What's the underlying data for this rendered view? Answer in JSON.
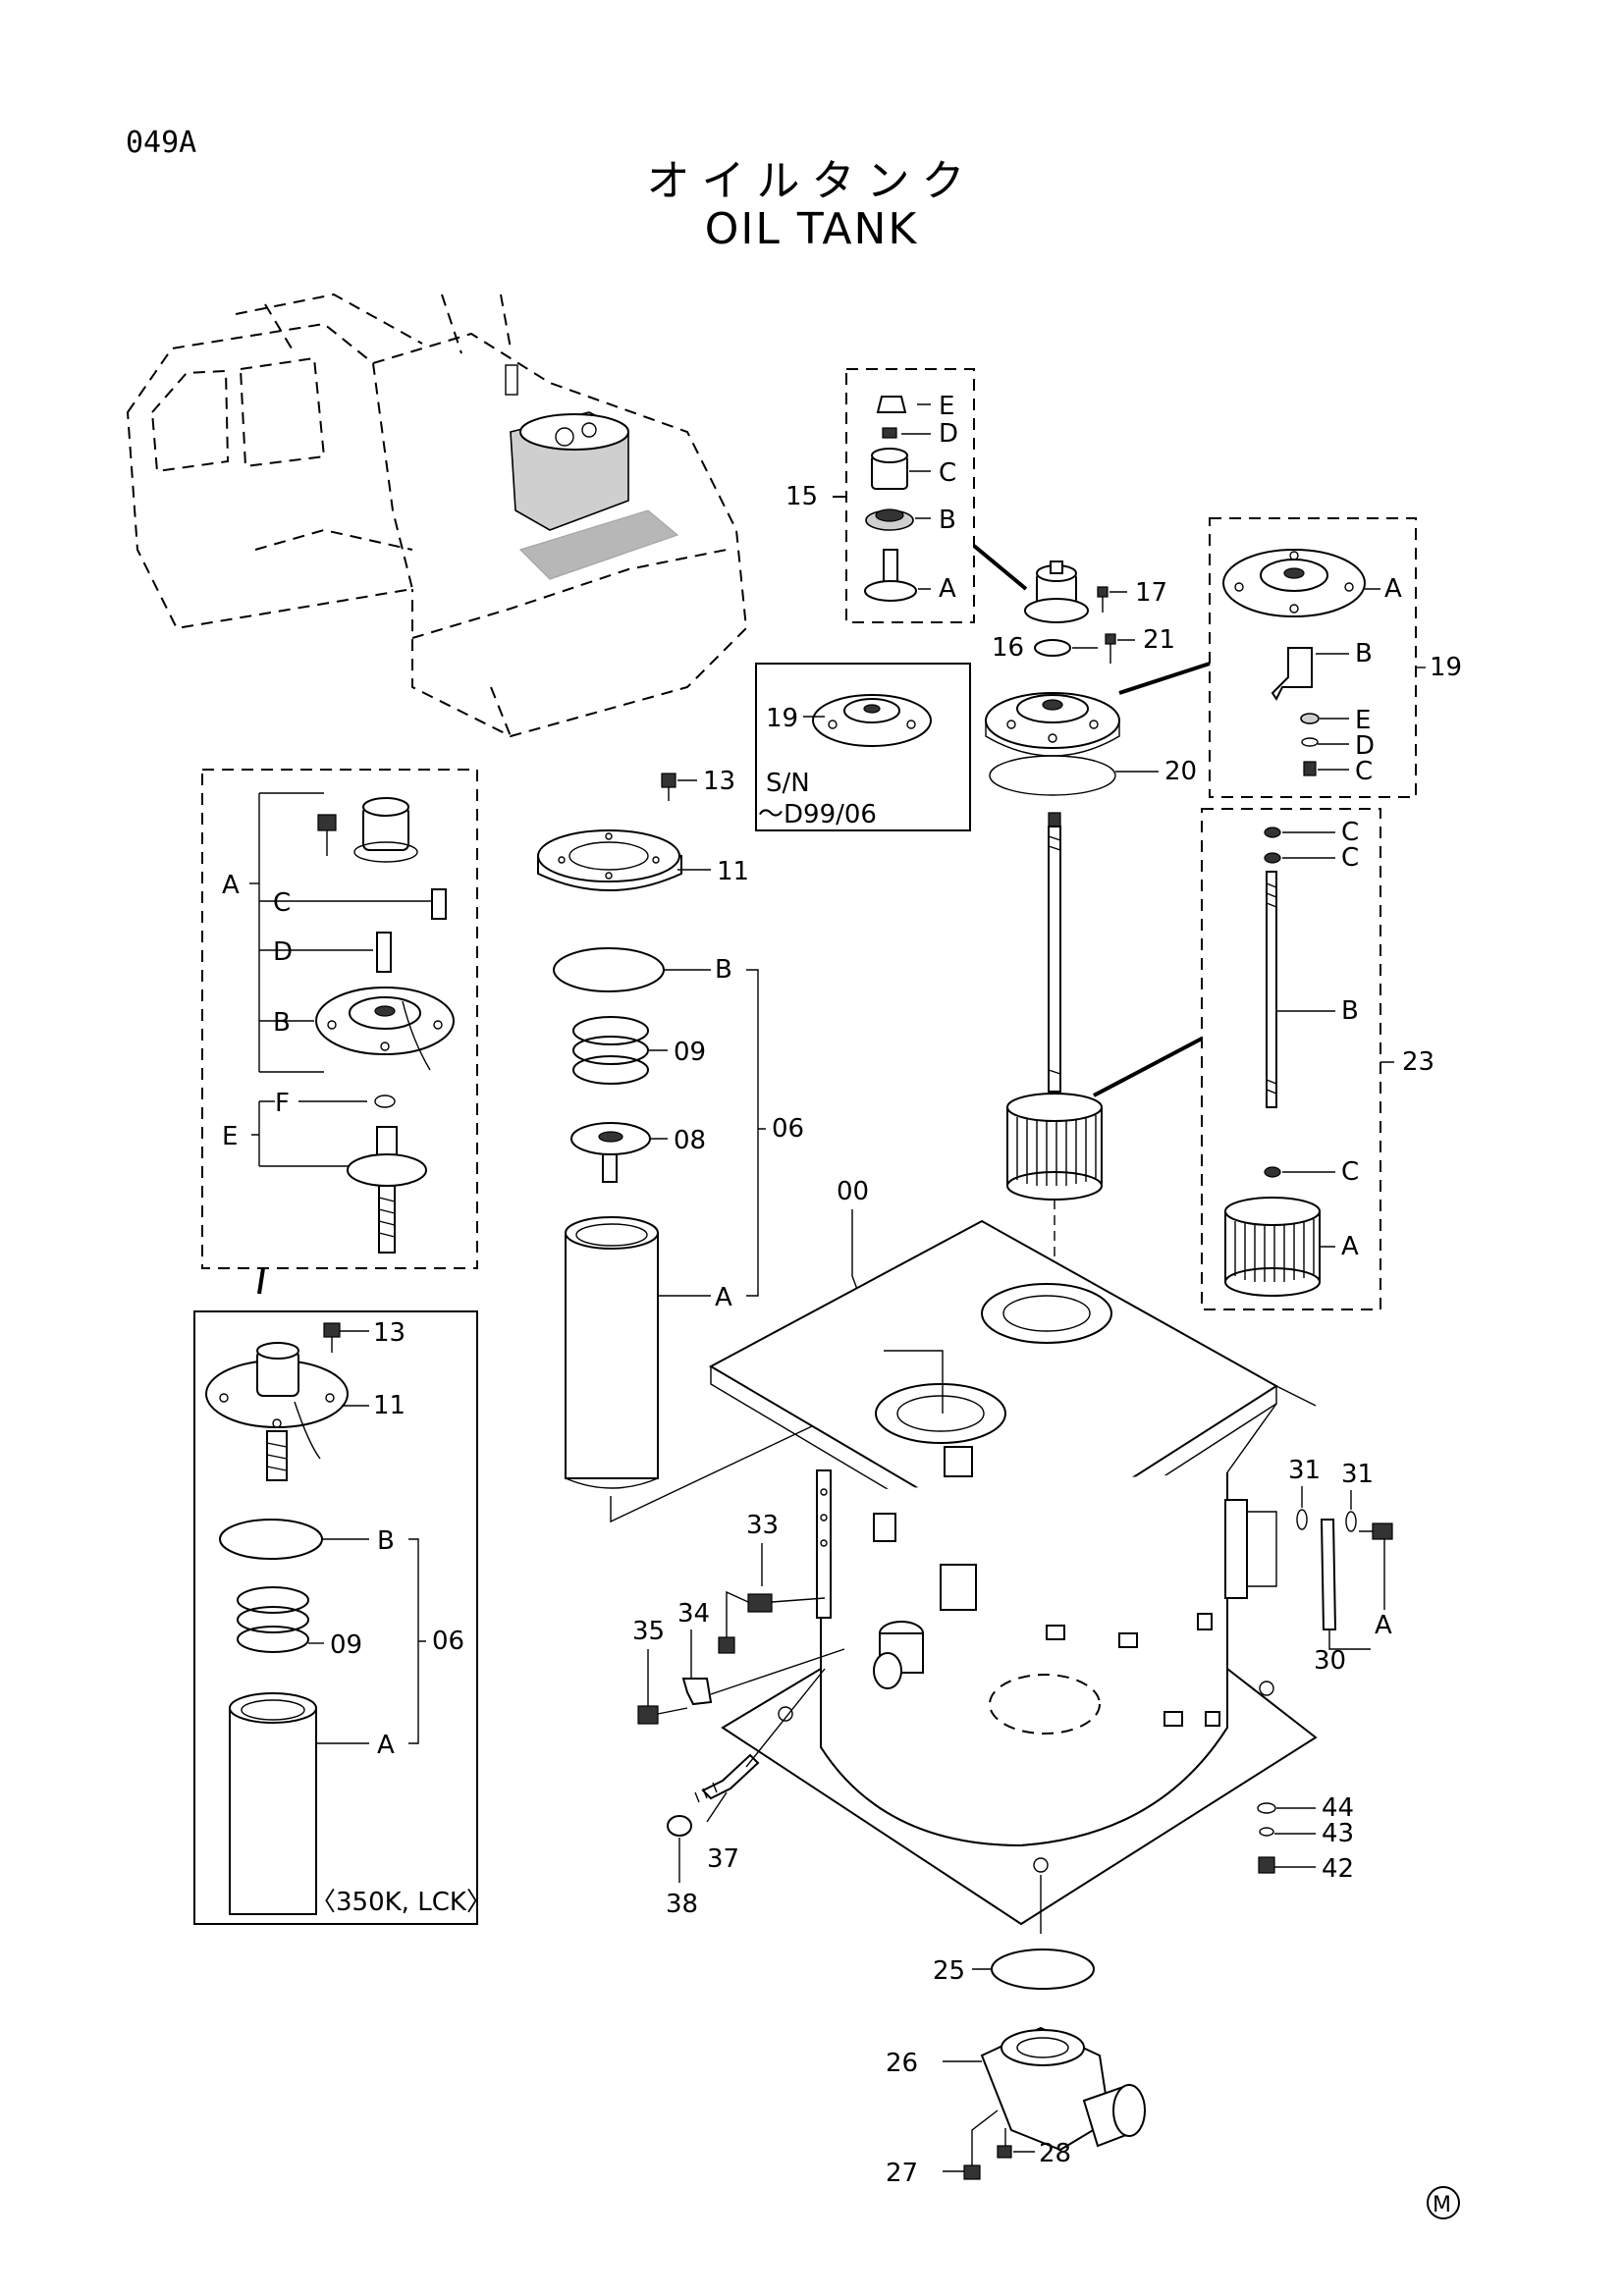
{
  "header": {
    "page_code": "049A",
    "title_jp": "オイルタンク",
    "title_en": "OIL TANK"
  },
  "serial_note": {
    "line1": "S/N",
    "line2": "～D99/06"
  },
  "model_note": "〈350K, LCK〉",
  "footer_mark": "M",
  "labels": {
    "l00": "00",
    "l06": "06",
    "l06b": "06",
    "l08": "08",
    "l09": "09",
    "l09b": "09",
    "l11": "11",
    "l11b": "11",
    "l13": "13",
    "l13b": "13",
    "l15": "15",
    "l16": "16",
    "l17": "17",
    "l19": "19",
    "l19b": "19",
    "l20": "20",
    "l21": "21",
    "l23": "23",
    "l25": "25",
    "l26": "26",
    "l27": "27",
    "l28": "28",
    "l30": "30",
    "l31a": "31",
    "l31b": "31",
    "l33": "33",
    "l34": "34",
    "l35": "35",
    "l37": "37",
    "l38": "38",
    "l42": "42",
    "l43": "43",
    "l44": "44",
    "s15E": "E",
    "s15D": "D",
    "s15C": "C",
    "s15B": "B",
    "s15A": "A",
    "s19A": "A",
    "s19B": "B",
    "s19E": "E",
    "s19D": "D",
    "s19C": "C",
    "s23C1": "C",
    "s23C2": "C",
    "s23B": "B",
    "s23C3": "C",
    "s23A": "A",
    "s06B": "B",
    "s06A": "A",
    "gA": "A",
    "gC": "C",
    "gD": "D",
    "gB": "B",
    "gE": "E",
    "gF": "F",
    "bB": "B",
    "bA": "A",
    "s30A": "A"
  }
}
